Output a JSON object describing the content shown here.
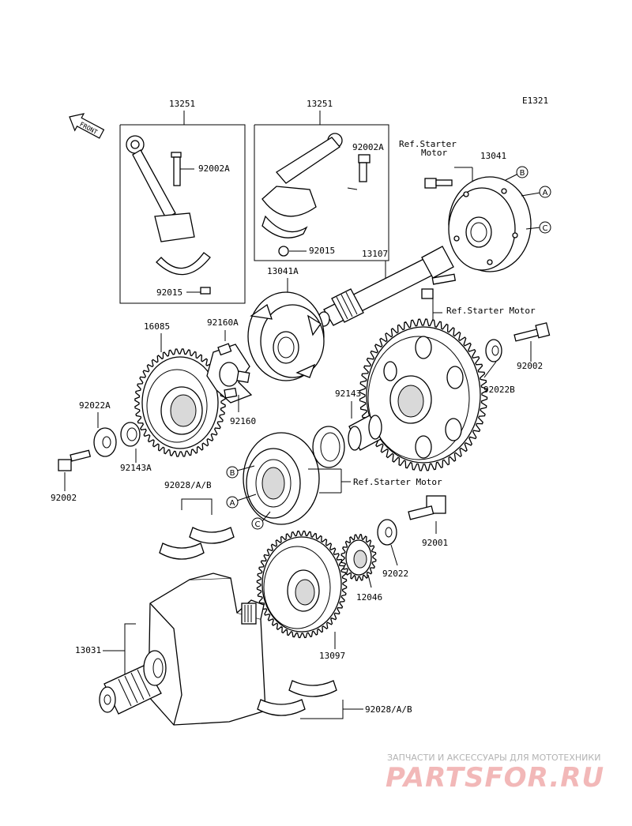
{
  "diagram": {
    "code": "E1321",
    "front_label": "FRONT",
    "parts": {
      "p13251a": "13251",
      "p13251b": "13251",
      "p92002A_a": "92002A",
      "p92002A_b": "92002A",
      "p92015_a": "92015",
      "p92015_b": "92015",
      "p13041": "13041",
      "p13107": "13107",
      "p13041A": "13041A",
      "p16085": "16085",
      "p92160A": "92160A",
      "p92160": "92160",
      "p92002_a": "92002",
      "p92022B": "92022B",
      "p92022A": "92022A",
      "p92143A": "92143A",
      "p92002_b": "92002",
      "p92143": "92143",
      "p92028_a": "92028/A/B",
      "p92001": "92001",
      "p92022": "92022",
      "p12046": "12046",
      "p13031": "13031",
      "p13097": "13097",
      "p92028_b": "92028/A/B"
    },
    "refs": {
      "starter_motor_top": "Ref.Starter",
      "starter_motor_top2": "Motor",
      "starter_motor_mid": "Ref.Starter Motor",
      "starter_motor_low": "Ref.Starter Motor"
    },
    "ref_letters": {
      "b1": "B",
      "a1": "A",
      "c1": "C",
      "b2": "B",
      "a2": "A",
      "c2": "C"
    }
  },
  "watermark": {
    "tagline": "ЗАПЧАСТИ И АКСЕССУАРЫ ДЛЯ МОТОТЕХНИКИ",
    "logo": "PARTSFOR.RU"
  }
}
